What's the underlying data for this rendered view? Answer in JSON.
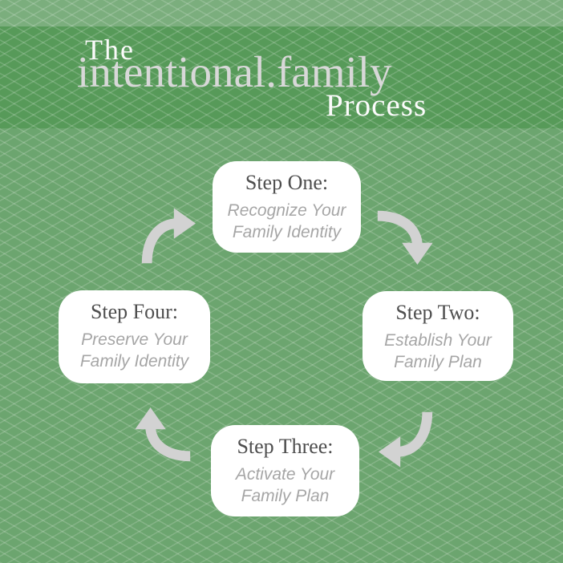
{
  "header": {
    "line1": "The",
    "line2": "intentional.family",
    "line3": "Process"
  },
  "steps": [
    {
      "title": "Step One:",
      "subtitle": "Recognize Your Family Identity"
    },
    {
      "title": "Step Two:",
      "subtitle": "Establish Your Family Plan"
    },
    {
      "title": "Step Three:",
      "subtitle": "Activate Your Family Plan"
    },
    {
      "title": "Step Four:",
      "subtitle": "Preserve Your Family Identity"
    }
  ],
  "arrows": [
    {
      "name": "arrow-step-one-to-step-two",
      "direction": "curves-right-then-down"
    },
    {
      "name": "arrow-step-two-to-step-three",
      "direction": "curves-down-then-left"
    },
    {
      "name": "arrow-step-three-to-step-four",
      "direction": "curves-left-then-up"
    },
    {
      "name": "arrow-step-four-to-step-one",
      "direction": "curves-up-then-right"
    }
  ],
  "colors": {
    "background_green": "#6ca56f",
    "banner_green": "#579a59",
    "top_strip_green": "#7bae7d",
    "lattice_line": "rgba(255,255,255,0.16)",
    "card_white": "#ffffff",
    "step_title_gray": "#4e4e4e",
    "step_subtitle_gray": "#a6a6a6",
    "arrow_gray": "#d2d2d2",
    "header_white": "#fafafa",
    "header_brand_gray": "#d8d8d8"
  }
}
